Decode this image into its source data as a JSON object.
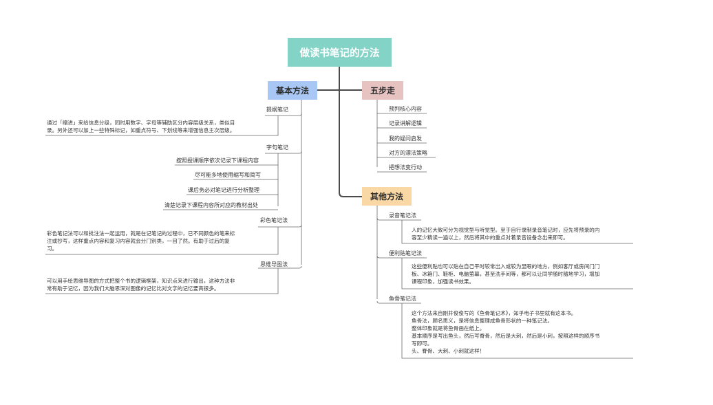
{
  "root": {
    "title": "做读书笔记的方法"
  },
  "branches": {
    "basic": {
      "title": "基本方法",
      "outline": {
        "label": "提纲笔记",
        "text": "通过「缩进」来给信息分级，同时用数字、字母等辅助区分内容层级关系，类似目\n录。另外还可以加上一些特殊标记，如重点符号、下划线等来增强信息主次层级。"
      },
      "sentence": {
        "label": "字句笔记",
        "items": [
          "按照授课顺序依次记录下课程内容",
          "尽可能多地使用缩写和简写",
          "课后务必对笔记进行分析整理",
          "清楚记录下课程内容所对应的教材出处"
        ]
      },
      "color": {
        "label": "彩色笔记法",
        "text": "彩色笔记法可以和批注法一起运用，就是在记笔记的过程中，已不同颜色的笔来标\n注或抄写，这样重点内容和复习内容就会分门别类，一目了然。有助于过后的复\n习。"
      },
      "mindmap": {
        "label": "思维导图法",
        "text": "可以用手绘思维导图的方式把整个书的逻辑框架，知识点来进行输出，这种方法非\n常有助于记忆，因为我们大脑思深对图像的记忆比对文字的记忆要高很多。"
      }
    },
    "five": {
      "title": "五步走",
      "items": [
        "预判核心内容",
        "记录讲解逻辑",
        "我的疑问启发",
        "对方的漂法策略",
        "把想法变行动"
      ]
    },
    "other": {
      "title": "其他方法",
      "recording": {
        "label": "录音笔记法",
        "text": "人的记忆大致可分为视觉型与听觉型。至于自行录制录音笔记时，应先将预录的内\n容至少精读一遍以上，然后将其中的重点对着录音设备念出来即可。"
      },
      "sticky": {
        "label": "便利贴笔记法",
        "text": "这些便利贴也可以贴在自己平时较常出入或较为显眼的地方，例如客厅或房间门门\n板、冰箱门、鞋柜、电脑萤幕，甚至洗手间等，都可以让同学随时随地学习，增加\n课程印象，加强读书效果。"
      },
      "fishbone": {
        "label": "鱼骨笔记法",
        "text": "这个方法来自刚井俊俊写的《鱼骨笔记术》，知乎电子书里就有这本书。\n鱼骨法，顾名思义，是将信息整理成鱼骨形状的一种笔记法。\n整体印象就是将鱼骨画在纸上。\n基本顺序是写出鱼头，然后写脊骨，然后是大刺，然后是小刺，按照这样的顺序书\n写即可。\n头、脊骨、大刺、小刺就这样！"
      }
    }
  },
  "colors": {
    "root_fill": "#84d3c7",
    "basic_fill": "#a9c7f4",
    "five_fill": "#e6c2c0",
    "other_fill": "#f9d8a6",
    "main_line": "#4a4a4a",
    "thin_line": "#666666"
  }
}
